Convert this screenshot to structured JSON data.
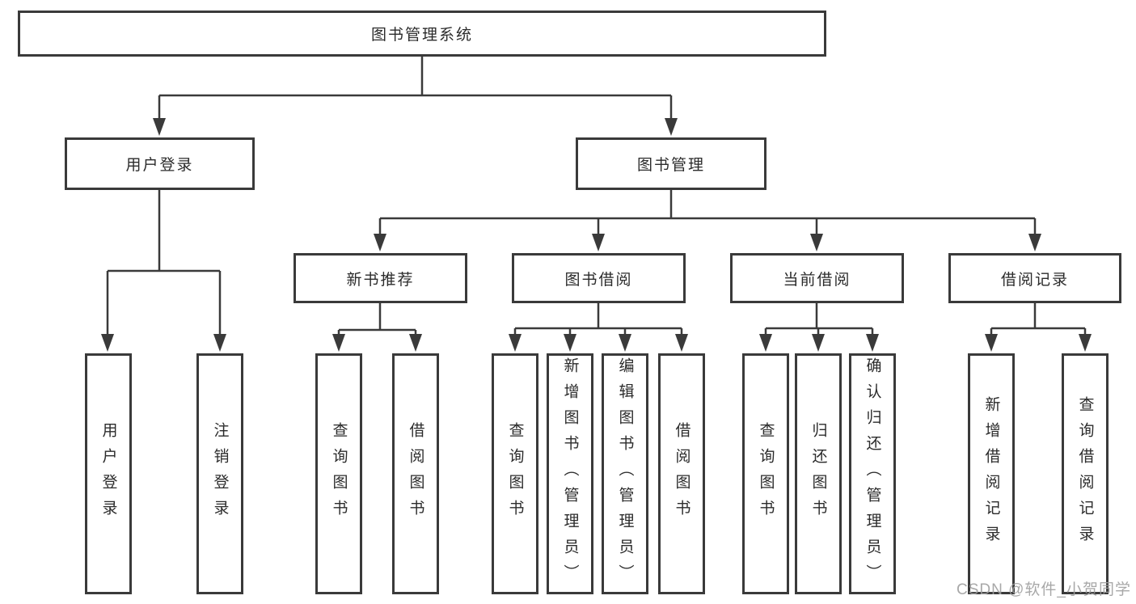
{
  "diagram": {
    "tree": {
      "label": "图书管理系统",
      "children": [
        {
          "label": "用户登录",
          "children": [
            {
              "label": "用户登录"
            },
            {
              "label": "注销登录"
            }
          ]
        },
        {
          "label": "图书管理",
          "children": [
            {
              "label": "新书推荐",
              "children": [
                {
                  "label": "查询图书"
                },
                {
                  "label": "借阅图书"
                }
              ]
            },
            {
              "label": "图书借阅",
              "children": [
                {
                  "label": "查询图书"
                },
                {
                  "label": "新增图书（管理员）"
                },
                {
                  "label": "编辑图书（管理员）"
                },
                {
                  "label": "借阅图书"
                }
              ]
            },
            {
              "label": "当前借阅",
              "children": [
                {
                  "label": "查询图书"
                },
                {
                  "label": "归还图书"
                },
                {
                  "label": "确认归还（管理员）"
                }
              ]
            },
            {
              "label": "借阅记录",
              "children": [
                {
                  "label": "新增借阅记录"
                },
                {
                  "label": "查询借阅记录"
                }
              ]
            }
          ]
        }
      ]
    },
    "colors": {
      "line": "#3a3a3a",
      "text": "#2b2b2b",
      "watermark": "#9e9e9e"
    }
  },
  "watermark": {
    "text": "CSDN @软件_小贺同学"
  }
}
